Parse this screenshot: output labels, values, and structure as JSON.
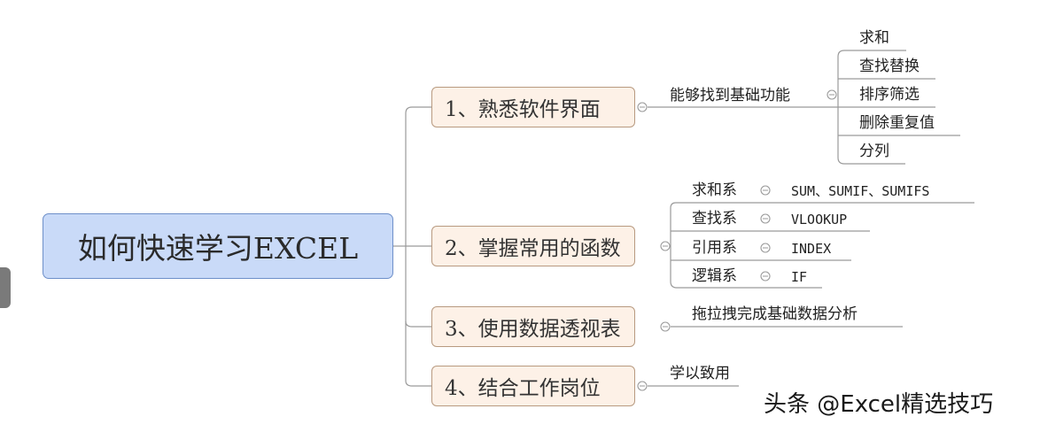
{
  "root": {
    "label": "如何快速学习EXCEL"
  },
  "branches": [
    {
      "label": "1、熟悉软件界面"
    },
    {
      "label": "2、掌握常用的函数"
    },
    {
      "label": "3、使用数据透视表"
    },
    {
      "label": "4、结合工作岗位"
    }
  ],
  "b1": {
    "sub": "能够找到基础功能",
    "leaves": [
      "求和",
      "查找替换",
      "排序筛选",
      "删除重复值",
      "分列"
    ]
  },
  "b2": {
    "items": [
      {
        "label": "求和系",
        "value": "SUM、SUMIF、SUMIFS"
      },
      {
        "label": "查找系",
        "value": "VLOOKUP"
      },
      {
        "label": "引用系",
        "value": "INDEX"
      },
      {
        "label": "逻辑系",
        "value": "IF"
      }
    ]
  },
  "b3": {
    "sub": "拖拉拽完成基础数据分析"
  },
  "b4": {
    "sub": "学以致用"
  },
  "watermark": "头条 @Excel精选技巧",
  "colors": {
    "root_fill": "#c9daf8",
    "branch_fill": "#fdf1e7",
    "line": "#9a9a9a"
  }
}
